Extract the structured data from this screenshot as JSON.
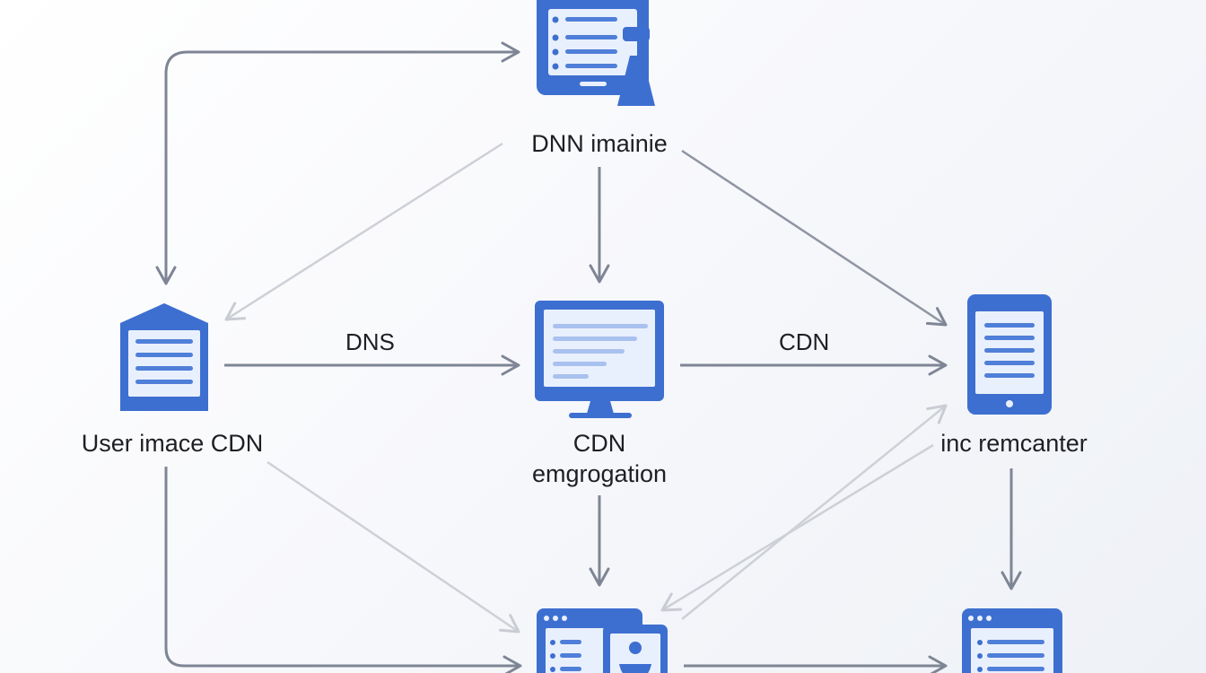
{
  "colors": {
    "icon_blue": "#3d6fd0",
    "icon_fill": "#e9f0fd",
    "icon_line": "#4f7fd8",
    "edge_dark": "#7e8594",
    "edge_light": "#c9ccd3"
  },
  "nodes": {
    "top": {
      "label": "DNN imainie",
      "icon": "tablet-with-stand-icon"
    },
    "left": {
      "label": "User imace CDN",
      "icon": "server-document-icon"
    },
    "center": {
      "label_line1": "CDN",
      "label_line2": "emgrogation",
      "icon": "monitor-icon"
    },
    "right": {
      "label": "inc remcanter",
      "icon": "tablet-icon"
    },
    "bottom_center": {
      "icon": "stacked-windows-icon"
    },
    "bottom_right": {
      "icon": "browser-window-icon"
    }
  },
  "edges": {
    "dns_label": "DNS",
    "cdn_label": "CDN"
  }
}
